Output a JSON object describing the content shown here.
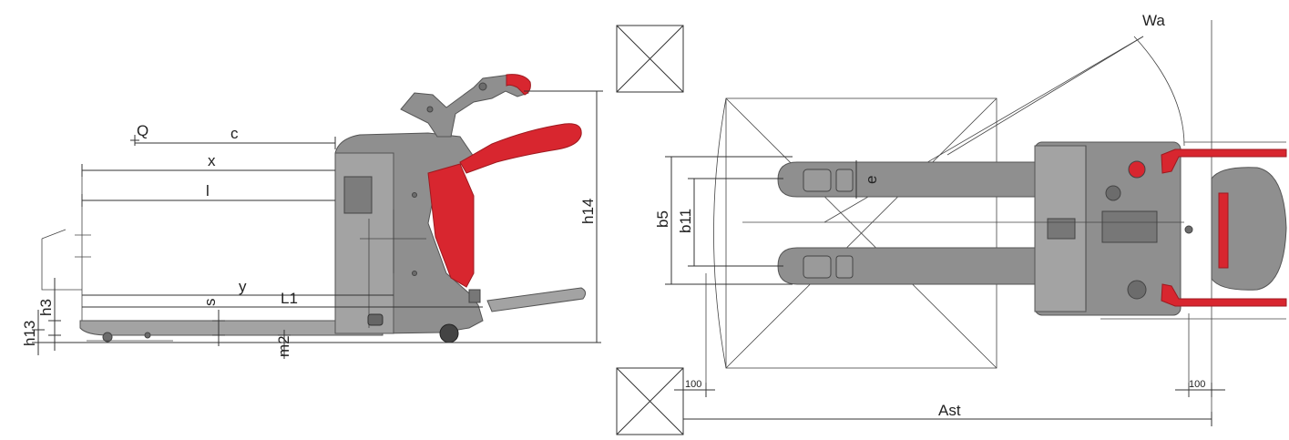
{
  "side_view": {
    "labels": {
      "Q": "Q",
      "c": "c",
      "x": "x",
      "l": "l",
      "y": "y",
      "s": "s",
      "L1": "L1",
      "h14": "h14",
      "h13": "h13",
      "h3": "h3",
      "m2": "m2"
    }
  },
  "top_view": {
    "labels": {
      "Wa": "Wa",
      "b5": "b5",
      "b11": "b11",
      "e": "e",
      "clear_left": "100",
      "clear_right": "100",
      "Ast": "Ast"
    }
  },
  "colors": {
    "body_grey": "#8f8f8f",
    "accent_red": "#d8262f",
    "line": "#333333"
  }
}
